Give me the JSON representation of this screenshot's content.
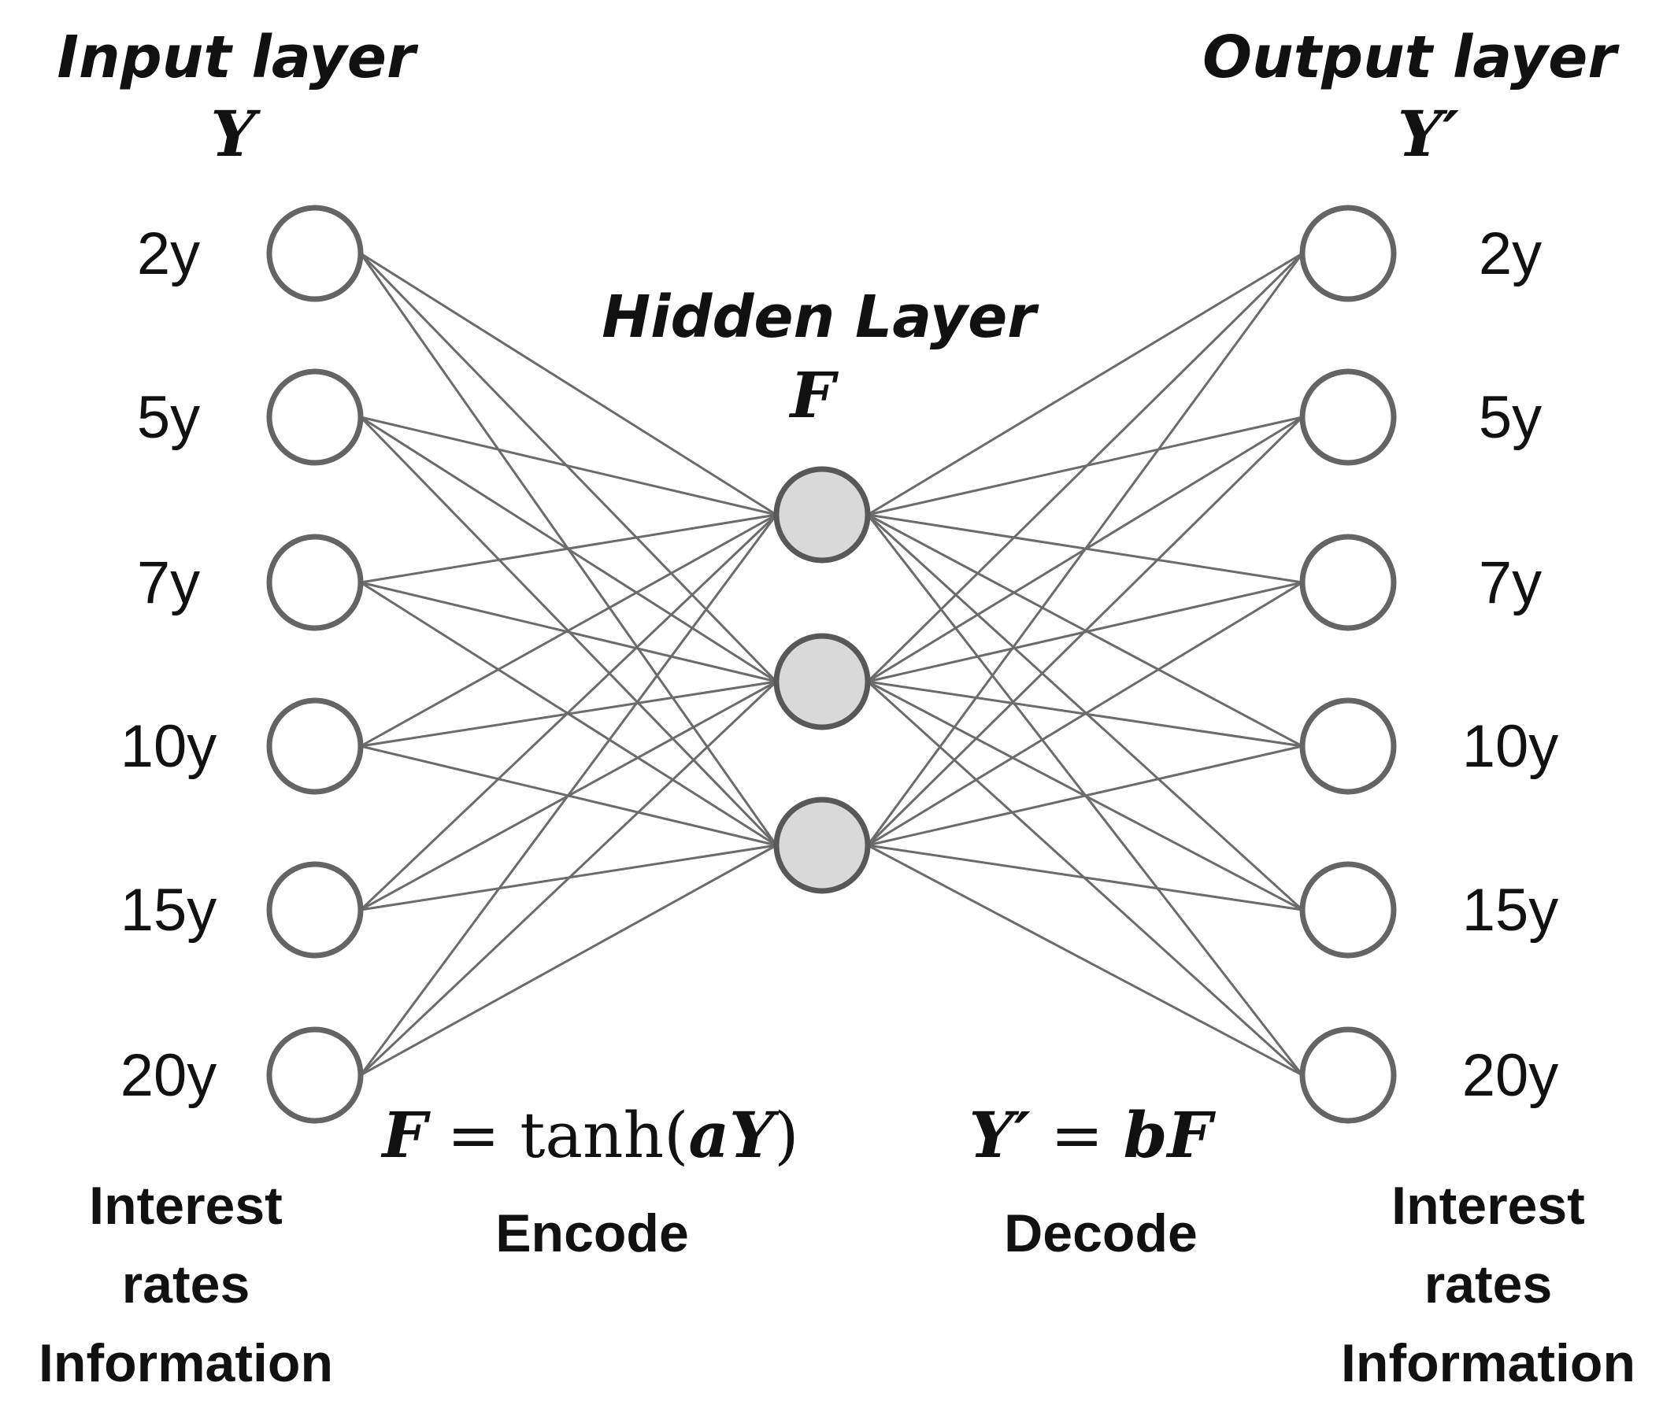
{
  "input_layer": {
    "title": "Input layer",
    "symbol": "Y",
    "nodes": [
      "2y",
      "5y",
      "7y",
      "10y",
      "15y",
      "20y"
    ],
    "caption": [
      "Interest",
      "rates",
      "Information"
    ]
  },
  "hidden_layer": {
    "title": "Hidden Layer",
    "symbol": "F",
    "node_count": 3
  },
  "output_layer": {
    "title": "Output layer",
    "symbol": "Y′",
    "nodes": [
      "2y",
      "5y",
      "7y",
      "10y",
      "15y",
      "20y"
    ],
    "caption": [
      "Interest",
      "rates",
      "Information"
    ]
  },
  "encode": {
    "formula_parts": [
      {
        "text": "F",
        "style": "bi"
      },
      {
        "text": " = tanh(",
        "style": "r"
      },
      {
        "text": "aY",
        "style": "bi"
      },
      {
        "text": ")",
        "style": "r"
      }
    ],
    "label": "Encode"
  },
  "decode": {
    "formula_parts": [
      {
        "text": "Y′",
        "style": "bi"
      },
      {
        "text": " = ",
        "style": "r"
      },
      {
        "text": "bF",
        "style": "bi"
      }
    ],
    "label": "Decode"
  },
  "colors": {
    "edge": "#6b6b6b",
    "node_outline": "#646464",
    "hidden_fill": "#d9d9d9"
  }
}
